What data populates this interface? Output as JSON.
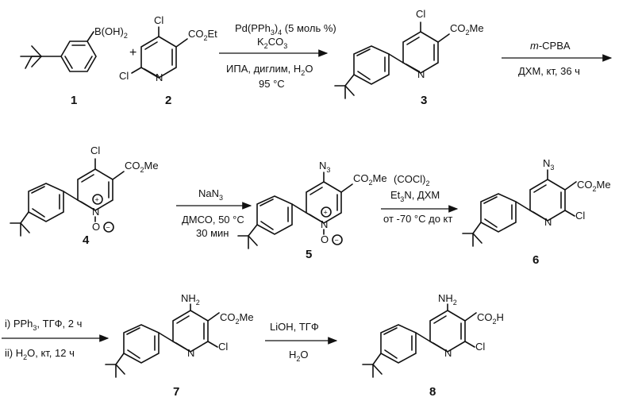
{
  "compounds": [
    {
      "number": "1"
    },
    {
      "number": "2"
    },
    {
      "number": "3"
    },
    {
      "number": "4"
    },
    {
      "number": "5"
    },
    {
      "number": "6"
    },
    {
      "number": "7"
    },
    {
      "number": "8"
    }
  ],
  "atoms": {
    "boronic_acid": "B(OH)",
    "boronic_sub": "2",
    "cl": "Cl",
    "n": "N",
    "ester_et": "CO",
    "ester_et_sub": "2",
    "ester_et_tail": "Et",
    "ester_me": "CO",
    "ester_me_sub": "2",
    "ester_me_tail": "Me",
    "azide": "N",
    "azide_sub": "3",
    "amine": "NH",
    "amine_sub": "2",
    "acid": "CO",
    "acid_sub": "2",
    "acid_tail": "H",
    "n_oxide_o": "O",
    "plus_charge": "+",
    "minus_charge": "−",
    "plus_sign": "+"
  },
  "steps": [
    {
      "above_1a": "Pd(PPh",
      "above_1b": "3",
      "above_1c": ")",
      "above_1d": "4",
      "above_1e": " (5 моль %)",
      "above_2a": "K",
      "above_2b": "2",
      "above_2c": "CO",
      "above_2d": "3",
      "below_1a": "ИПА, диглим, H",
      "below_1b": "2",
      "below_1c": "O",
      "below_2": "95 °C"
    },
    {
      "above": "m-CPBA",
      "above_italic": "m",
      "above_rest": "-CPBA",
      "below": "ДХМ, кт, 36 ч"
    },
    {
      "above_a": "NaN",
      "above_b": "3",
      "below_1": "ДМСО, 50 °C",
      "below_2": "30 мин"
    },
    {
      "above_1a": "(COCl)",
      "above_1b": "2",
      "above_2a": "Et",
      "above_2b": "3",
      "above_2c": "N, ДХМ",
      "below": "от -70 °C до кт"
    },
    {
      "above_a": "i) PPh",
      "above_b": "3",
      "above_c": ", ТГФ, 2 ч",
      "below_a": "ii) H",
      "below_b": "2",
      "below_c": "O, кт, 12 ч"
    },
    {
      "above": "LiOH, ТГФ",
      "below_a": "H",
      "below_b": "2",
      "below_c": "O"
    }
  ]
}
